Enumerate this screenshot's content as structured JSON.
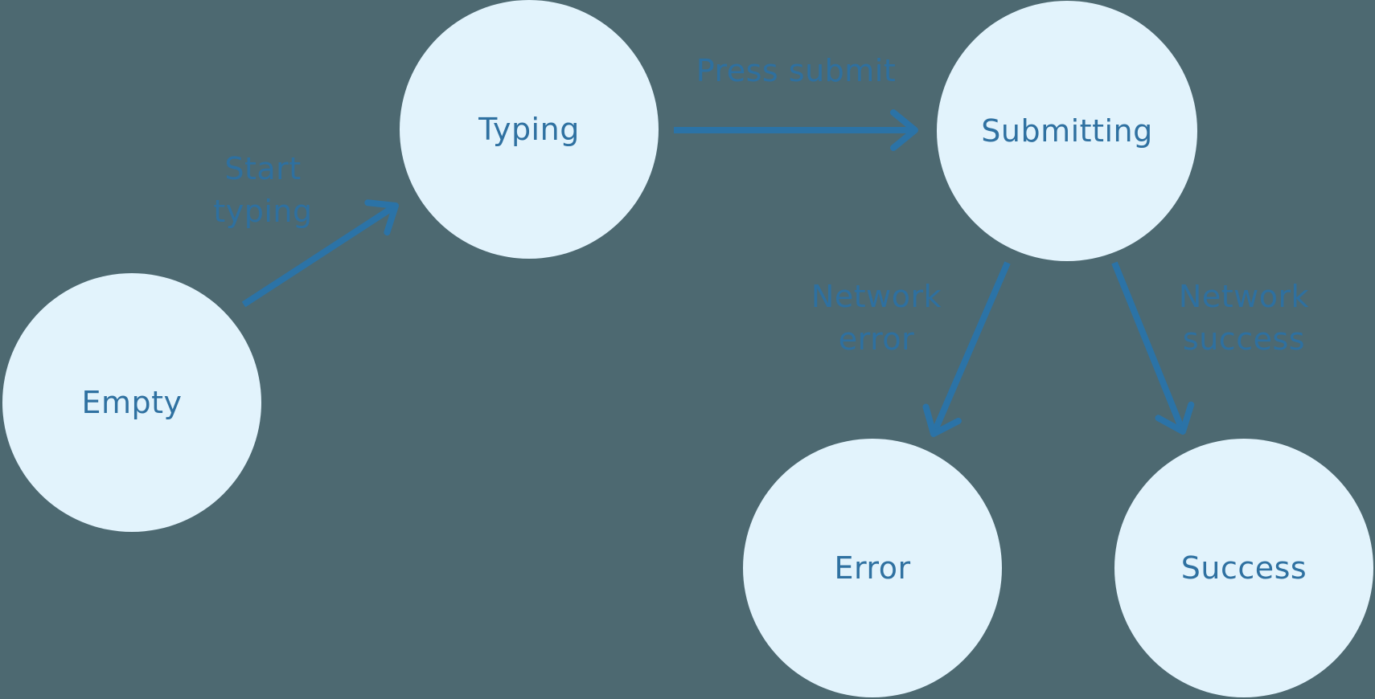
{
  "diagram": {
    "type": "state-machine",
    "nodes": [
      {
        "id": "empty",
        "label": "Empty"
      },
      {
        "id": "typing",
        "label": "Typing"
      },
      {
        "id": "submitting",
        "label": "Submitting"
      },
      {
        "id": "error",
        "label": "Error"
      },
      {
        "id": "success",
        "label": "Success"
      }
    ],
    "edges": [
      {
        "from": "empty",
        "to": "typing",
        "label": "Start typing",
        "lines": [
          "Start",
          "typing"
        ]
      },
      {
        "from": "typing",
        "to": "submitting",
        "label": "Press submit",
        "lines": [
          "Press submit"
        ]
      },
      {
        "from": "submitting",
        "to": "error",
        "label": "Network error",
        "lines": [
          "Network",
          "error"
        ]
      },
      {
        "from": "submitting",
        "to": "success",
        "label": "Network success",
        "lines": [
          "Network",
          "success"
        ]
      }
    ],
    "colors": {
      "background": "#4D6971",
      "node_fill": "#E2F3FC",
      "node_text": "#2F71A1",
      "edge_label": "#2E70A0",
      "arrow": "#2B73A7"
    }
  }
}
